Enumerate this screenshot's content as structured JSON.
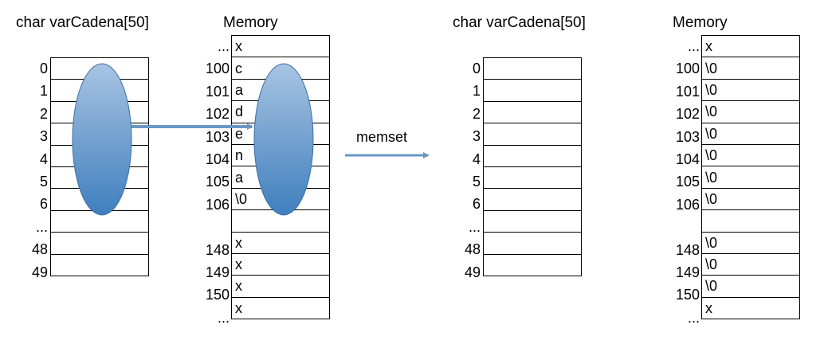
{
  "left": {
    "array_title": "char varCadena[50]",
    "memory_title": "Memory",
    "indices": [
      "0",
      "1",
      "2",
      "3",
      "4",
      "5",
      "6",
      "...",
      "48",
      "49"
    ],
    "addresses": [
      "...",
      "100",
      "101",
      "102",
      "103",
      "104",
      "105",
      "106",
      "",
      "148",
      "149",
      "150",
      "..."
    ],
    "values": [
      "x",
      "c",
      "a",
      "d",
      "e",
      "n",
      "a",
      "\\0",
      "",
      "x",
      "x",
      "x",
      "x"
    ]
  },
  "operation": {
    "label": "memset"
  },
  "right": {
    "array_title": "char varCadena[50]",
    "memory_title": "Memory",
    "indices": [
      "0",
      "1",
      "2",
      "3",
      "4",
      "5",
      "6",
      "...",
      "48",
      "49"
    ],
    "addresses": [
      "...",
      "100",
      "101",
      "102",
      "103",
      "104",
      "105",
      "106",
      "",
      "148",
      "149",
      "150",
      "..."
    ],
    "values": [
      "x",
      "\\0",
      "\\0",
      "\\0",
      "\\0",
      "\\0",
      "\\0",
      "\\0",
      "",
      "\\0",
      "\\0",
      "\\0",
      "x"
    ]
  },
  "colors": {
    "ellipse_top": "#a8c4e2",
    "ellipse_bottom": "#3f7fbe",
    "arrow": "#6a97c4"
  }
}
